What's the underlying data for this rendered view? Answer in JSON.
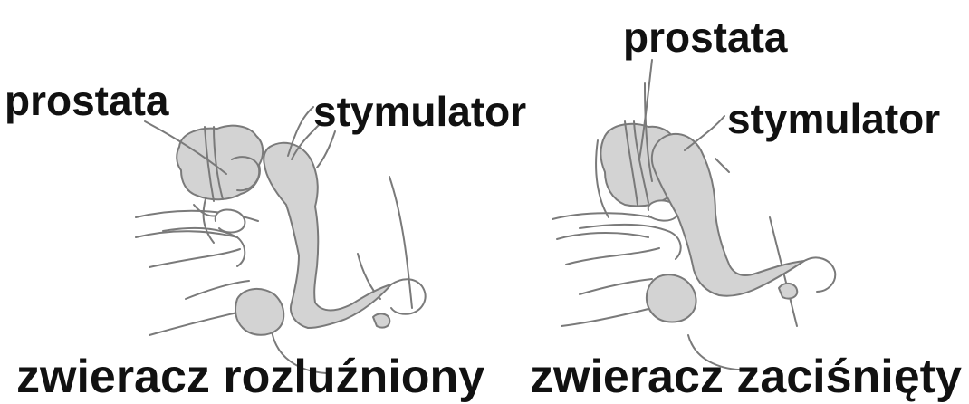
{
  "panels": [
    {
      "id": "relaxed",
      "prostate_label": "prostata",
      "stimulator_label": "stymulator",
      "caption": "zwieracz rozluźniony"
    },
    {
      "id": "contracted",
      "prostate_label": "prostata",
      "stimulator_label": "stymulator",
      "caption": "zwieracz zaciśnięty"
    }
  ],
  "colors": {
    "organ_fill": "#d3d3d3",
    "outline": "#7a7a7a",
    "text": "#111111",
    "background": "#ffffff"
  }
}
